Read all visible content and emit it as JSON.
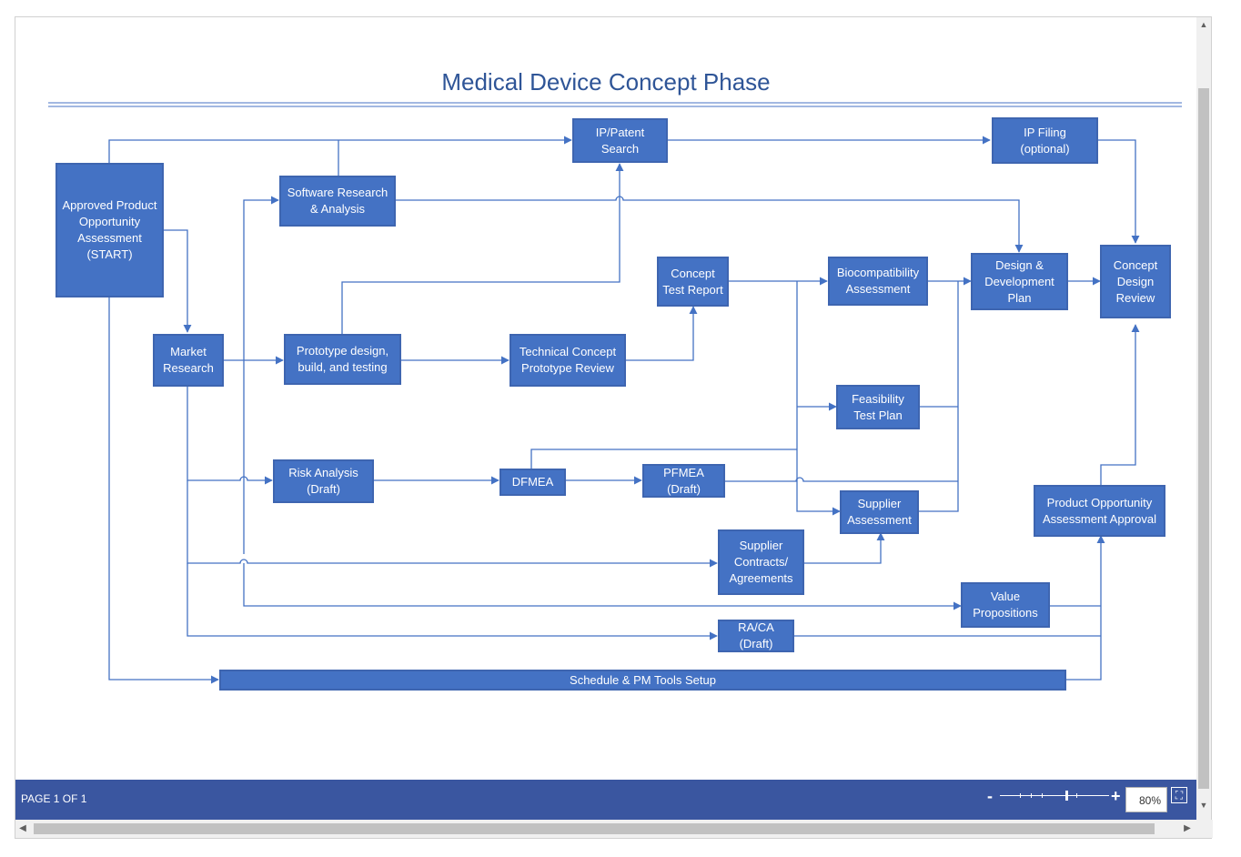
{
  "diagram": {
    "title": "Medical Device Concept Phase",
    "nodes": {
      "start": "Approved Product\nOpportunity\nAssessment\n(START)",
      "market": "Market\nResearch",
      "software": "Software Research\n& Analysis",
      "ip_search": "IP/Patent\nSearch",
      "ip_filing": "IP Filing\n(optional)",
      "prototype": "Prototype design,\nbuild, and testing",
      "tech_review": "Technical Concept\nPrototype Review",
      "concept_test": "Concept\nTest Report",
      "biocompat": "Biocompatibility\nAssessment",
      "design_plan": "Design &\nDevelopment\nPlan",
      "concept_review": "Concept\nDesign\nReview",
      "feasibility": "Feasibility\nTest Plan",
      "risk": "Risk Analysis\n(Draft)",
      "dfmea": "DFMEA",
      "pfmea": "PFMEA\n(Draft)",
      "supplier_assess": "Supplier\nAssessment",
      "supplier_contracts": "Supplier\nContracts/\nAgreements",
      "poa_approval": "Product Opportunity\nAssessment Approval",
      "value_props": "Value\nPropositions",
      "raca": "RA/CA\n(Draft)",
      "schedule": "Schedule & PM Tools Setup"
    },
    "colors": {
      "node_fill": "#4472c4",
      "connector": "#4472c4",
      "title": "#2f5597"
    }
  },
  "statusbar": {
    "page_indicator": "PAGE 1 OF 1",
    "zoom_out": "-",
    "zoom_in": "+",
    "zoom_value": "80%",
    "zoom_level": 0.8,
    "fit_icon": "fit-to-page-icon",
    "background": "#3a56a0"
  },
  "scrollbars": {
    "up": "▲",
    "down": "▼",
    "left": "◀",
    "right": "▶"
  }
}
